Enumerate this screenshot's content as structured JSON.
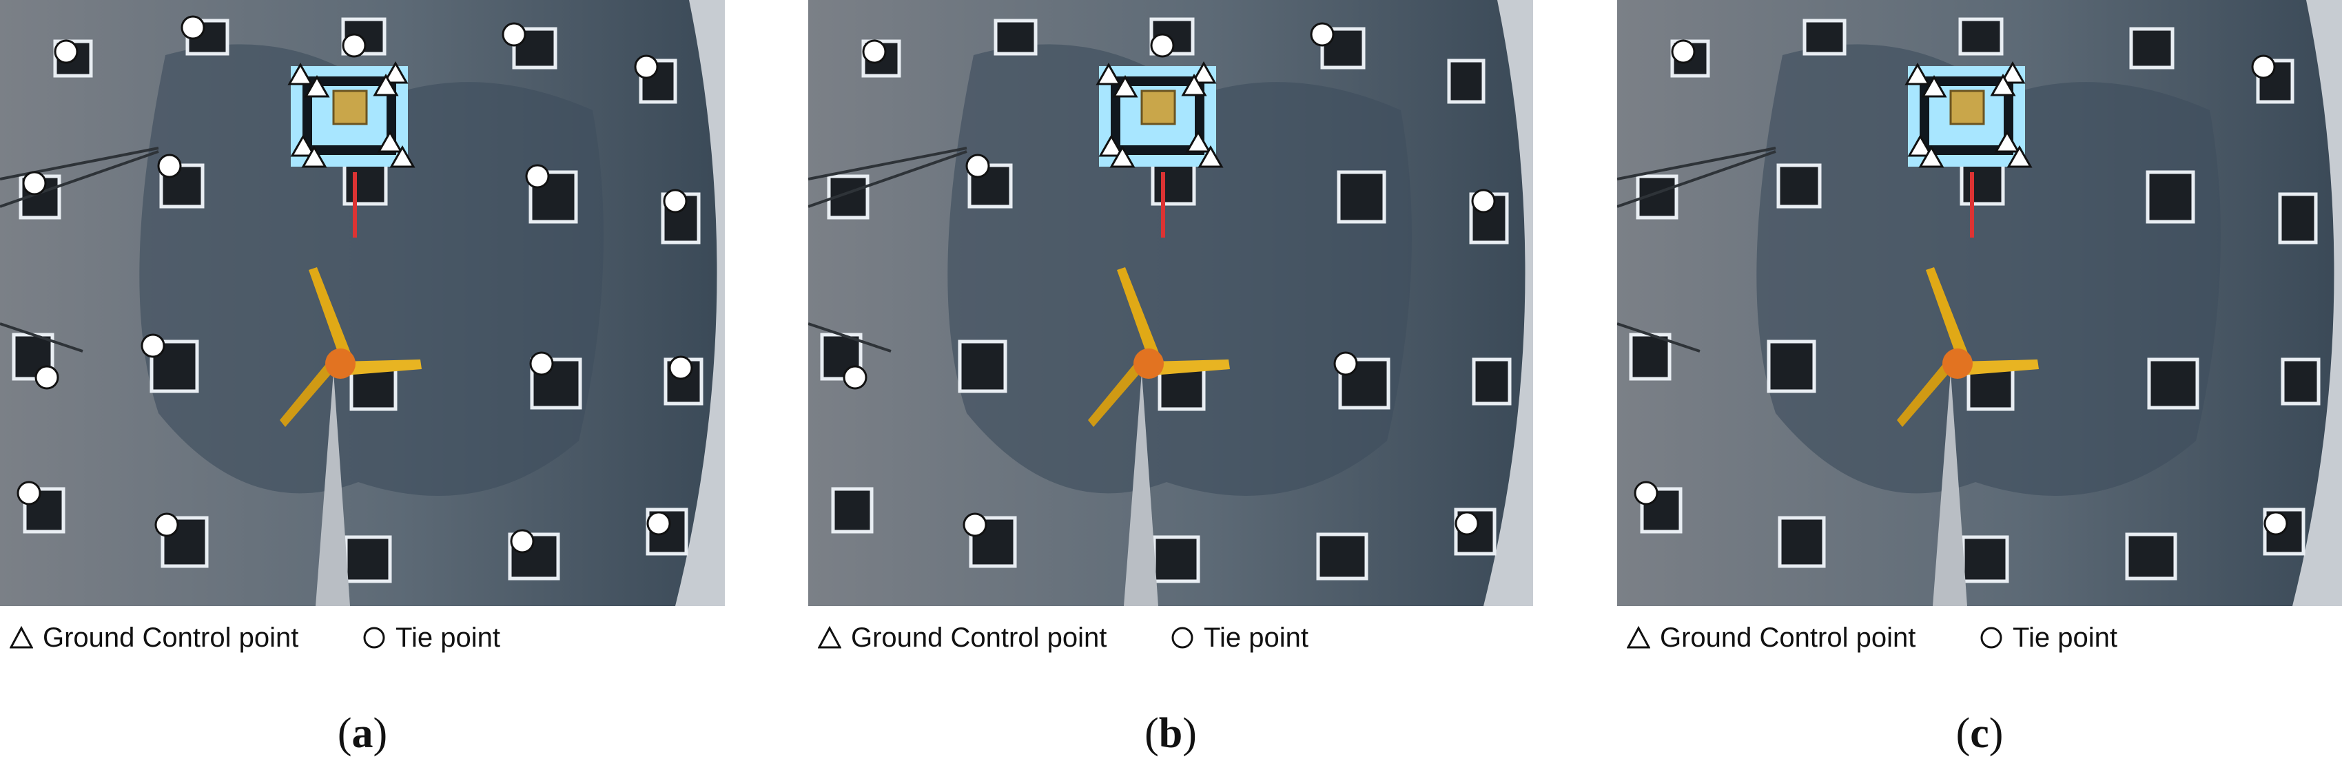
{
  "legend": {
    "gcp_label": "Ground Control point",
    "tie_label": "Tie point"
  },
  "panels": [
    {
      "letter": "a",
      "open": "(",
      "close": ")"
    },
    {
      "letter": "b",
      "open": "(",
      "close": ")"
    },
    {
      "letter": "c",
      "open": "(",
      "close": ")"
    }
  ],
  "icons": {
    "gcp": "triangle-icon",
    "tie": "circle-icon"
  },
  "colors": {
    "ground": "#6f747a",
    "shadow": "#3e4e5c",
    "background_wall": "#c9cdd2",
    "marker_glow": "#a8e6ff",
    "turbine_blade": "#e0a916",
    "nacelle": "#e27321",
    "marker_fill": "#ffffff",
    "marker_stroke": "#111111"
  }
}
